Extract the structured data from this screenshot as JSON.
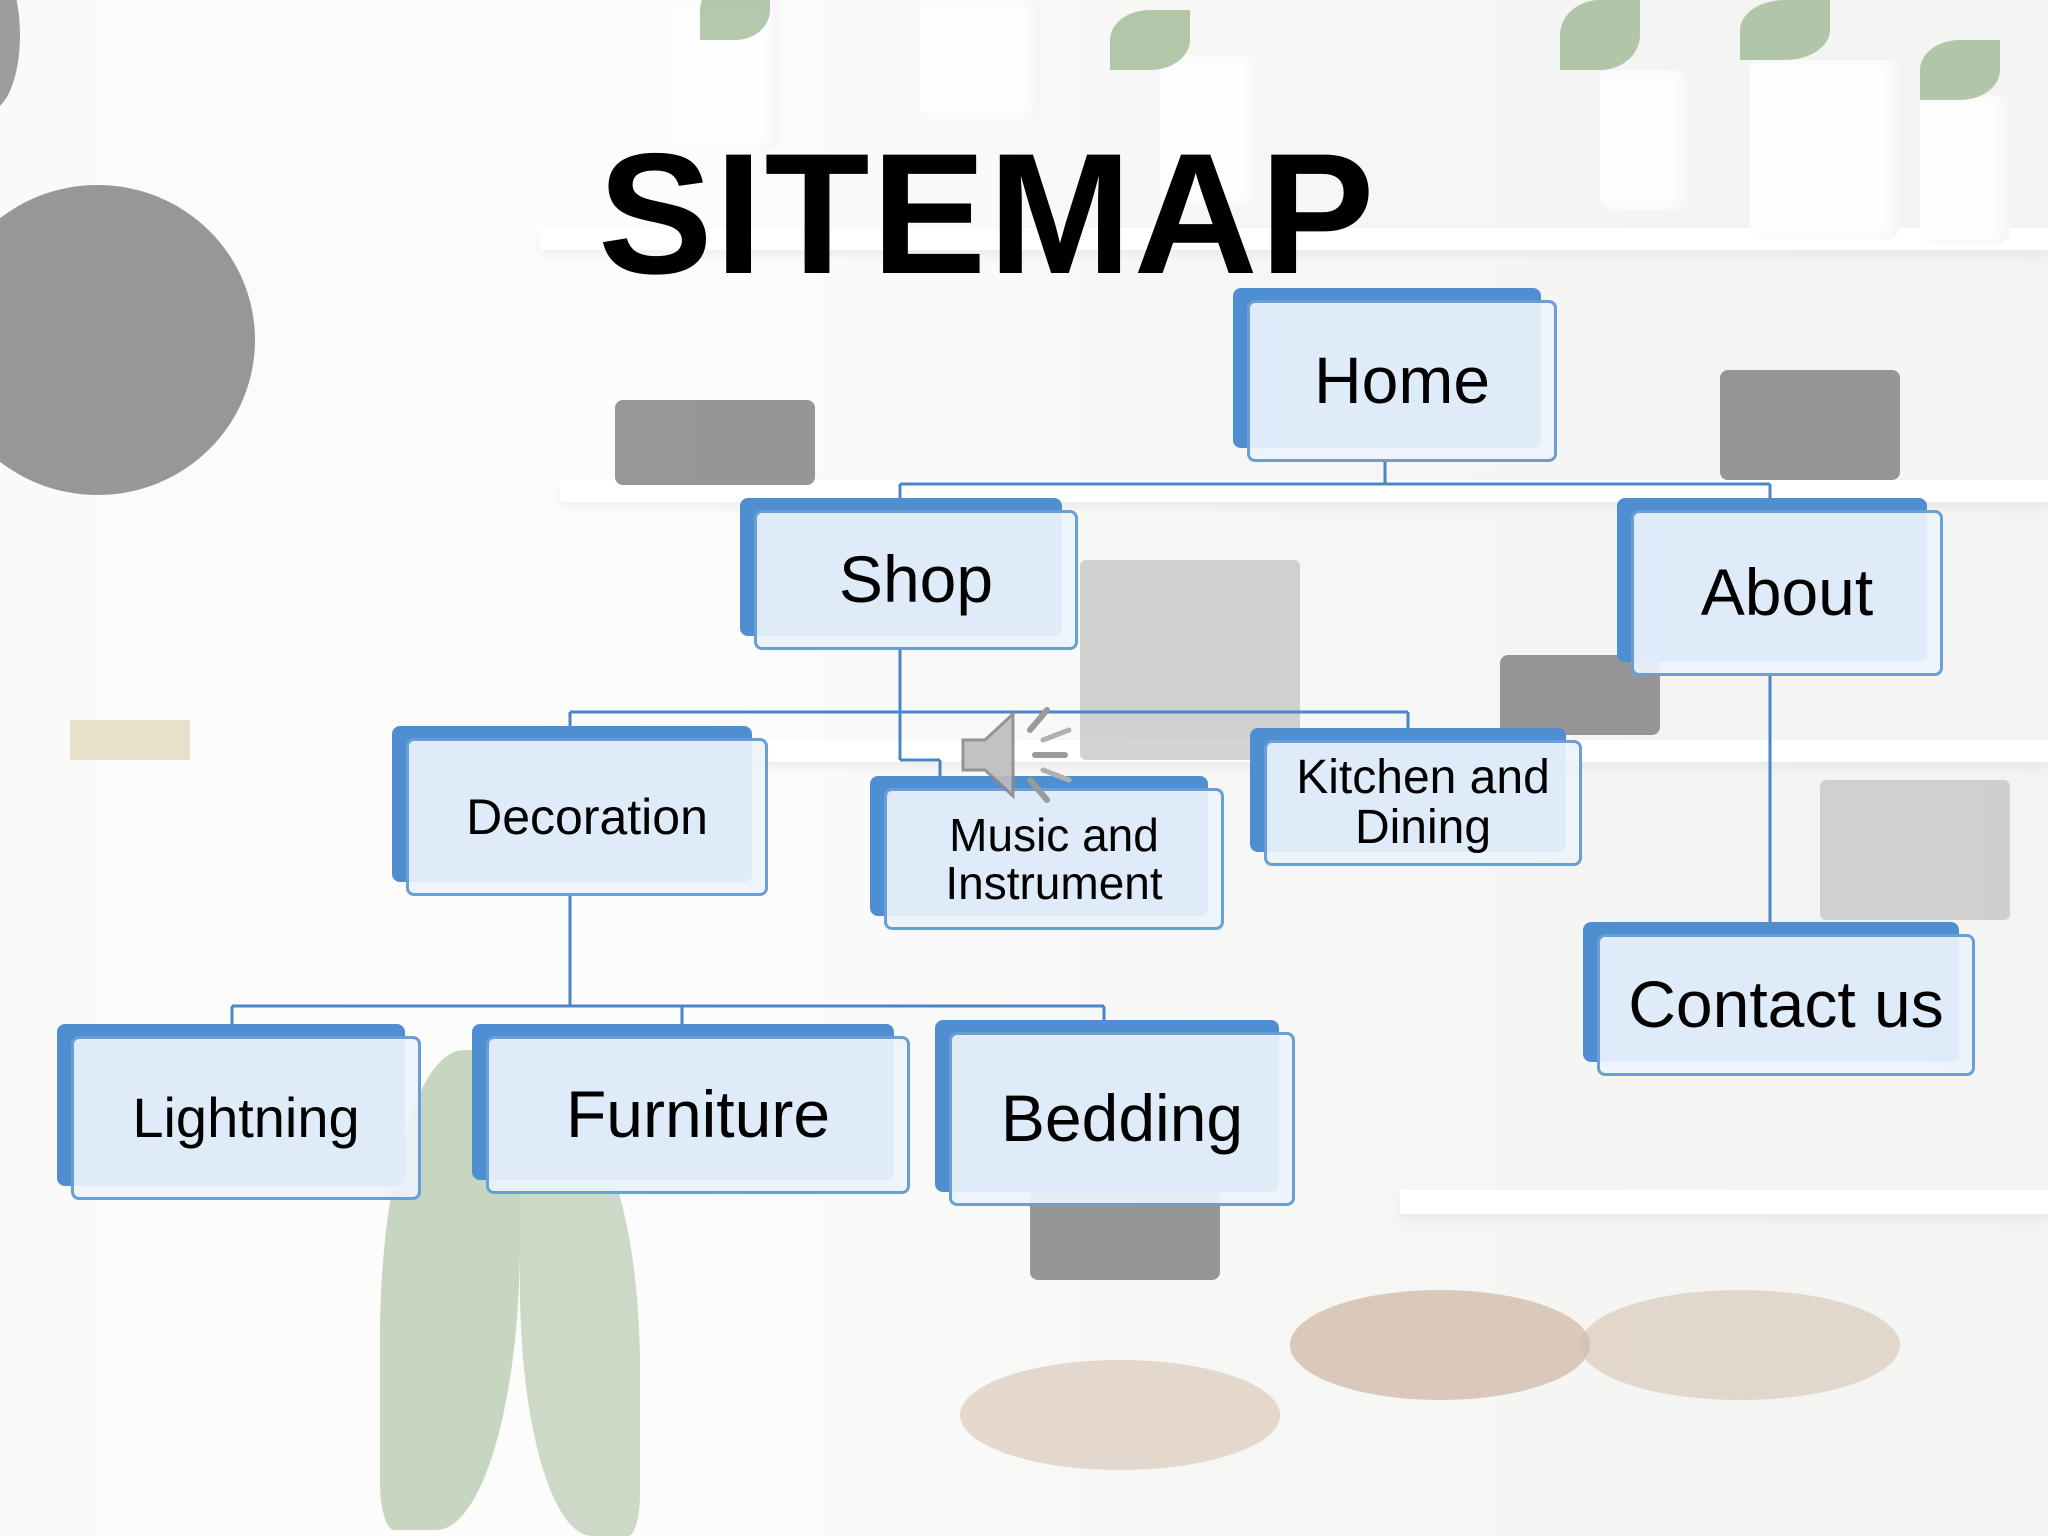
{
  "title": "SITEMAP",
  "nodes": {
    "home": "Home",
    "shop": "Shop",
    "about": "About",
    "decoration": "Decoration",
    "music": "Music and\nInstrument",
    "kitchen": "Kitchen and\nDining",
    "contact": "Contact us",
    "lightning": "Lightning",
    "furniture": "Furniture",
    "bedding": "Bedding"
  },
  "colors": {
    "node_accent": "#4f8fd1",
    "node_fill": "#ecf3fb",
    "connector": "#4a86c5",
    "title": "#000000"
  },
  "icons": [
    "speaker-icon"
  ]
}
